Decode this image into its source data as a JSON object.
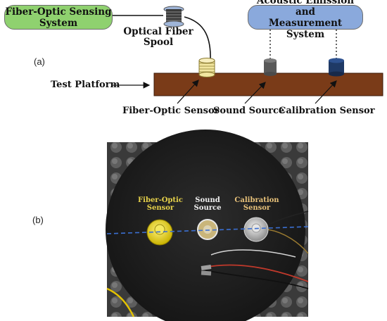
{
  "part_a": {
    "label": "(a)",
    "sensing_system": "Fiber-Optic Sensing\nSystem",
    "acoustic_system": "Acoustic Emission and\nMeasurement System",
    "spool_label": "Optical Fiber\nSpool",
    "platform_label": "Test Platform",
    "fiber_sensor_label": "Fiber-Optic Sensor",
    "sound_source_label": "Sound Source",
    "calibration_label": "Calibration Sensor",
    "colors": {
      "sensing_fill": "#8fd16f",
      "acoustic_fill": "#8aa9dc",
      "platform_fill": "#7a3b18",
      "fiber_sensor_fill": "#f2e6a0",
      "sound_source_fill": "#595959",
      "calibration_fill": "#1f3a66"
    }
  },
  "part_b": {
    "label": "(b)",
    "fiber_sensor_label": "Fiber-Optic\nSensor",
    "sound_source_label": "Sound\nSource",
    "calibration_label": "Calibration\nSensor",
    "colors": {
      "fiber_text": "#e7d24a",
      "sound_text": "#f2f2f2",
      "calibration_text": "#e8c27a",
      "dashed_line": "#3b6fd1"
    }
  }
}
